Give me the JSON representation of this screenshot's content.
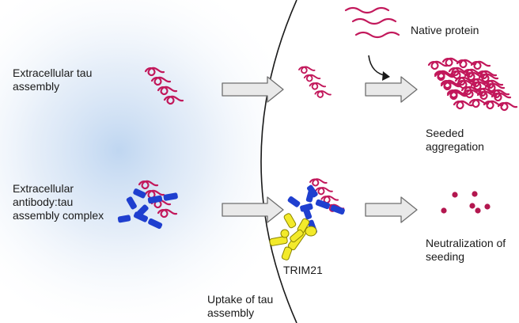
{
  "labels": {
    "extracellular_tau_line1": "Extracellular tau",
    "extracellular_tau_line2": "assembly",
    "antibody_complex_line1": "Extracellular",
    "antibody_complex_line2": "antibody:tau",
    "antibody_complex_line3": "assembly complex",
    "native_protein": "Native protein",
    "seeded_line1": "Seeded",
    "seeded_line2": "aggregation",
    "neutralization_line1": "Neutralization of",
    "neutralization_line2": "seeding",
    "trim21": "TRIM21",
    "uptake_line1": "Uptake of tau",
    "uptake_line2": "assembly"
  },
  "colors": {
    "tau_filament": "#c2185b",
    "antibody": "#1f3fcf",
    "trim21": "#f3ea2a",
    "trim21_outline": "#8a8400",
    "arrow_fill": "#e9e9e9",
    "arrow_stroke": "#6e6e6e",
    "membrane": "#1a1a1a",
    "extracellular_glow": "#bcd4f0",
    "neutralized_particle": "#b3174f"
  },
  "icons": {
    "tau_assembly": "tau-aggregate-icon",
    "native_protein": "native-protein-icon",
    "antibody": "antibody-icon",
    "trim21": "trim21-icon"
  }
}
